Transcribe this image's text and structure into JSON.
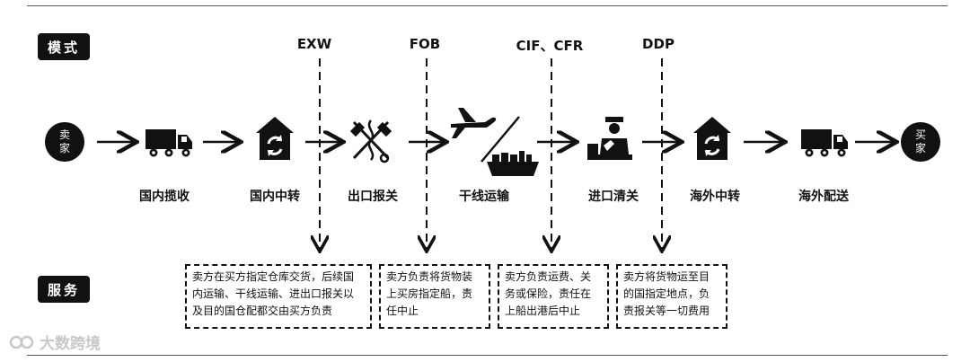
{
  "labels": {
    "mode": "模式",
    "service": "服务"
  },
  "terms": [
    "EXW",
    "FOB",
    "CIF、CFR",
    "DDP"
  ],
  "endpoints": {
    "seller": "卖家",
    "buyer": "买家"
  },
  "stages": [
    "国内揽收",
    "国内中转",
    "出口报关",
    "干线运输",
    "进口清关",
    "海外中转",
    "海外配送"
  ],
  "services": {
    "exw": [
      "卖方在买方指定仓库交货，后续国",
      "内运输、干线运输、进出口报关以",
      "及目的国仓配都交由买方负责"
    ],
    "fob": [
      "卖方负责将货物装",
      "上买房指定船，责",
      "任中止"
    ],
    "cif": [
      "卖方负责运费、关",
      "务或保险，责任在",
      "上船出港后中止"
    ],
    "ddp": [
      "卖方将货物运至目",
      "的国指定地点，负",
      "责报关等一切费用"
    ]
  },
  "watermark": "大数跨境",
  "icons": [
    "truck-icon",
    "warehouse-icon",
    "customs-icon",
    "airplane-icon",
    "ship-icon",
    "clearance-officer-icon",
    "warehouse-icon",
    "truck-icon"
  ]
}
